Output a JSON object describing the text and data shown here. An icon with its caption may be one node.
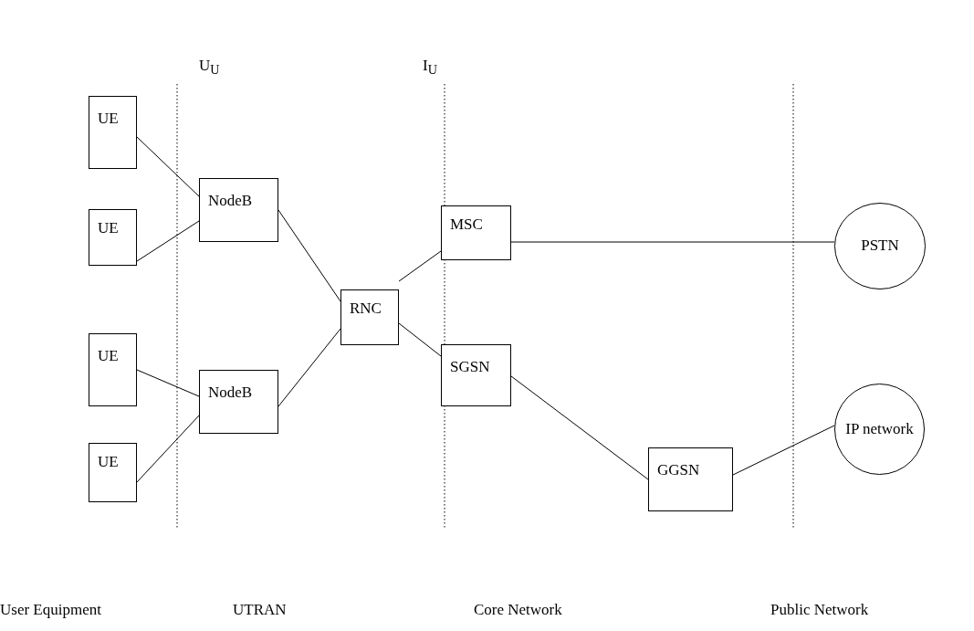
{
  "diagram": {
    "nodes": [
      {
        "text": [
          "UE"
        ]
      },
      {
        "text": [
          "UE"
        ]
      },
      {
        "text": [
          "UE"
        ]
      },
      {
        "text": [
          "UE"
        ]
      },
      {
        "text": [
          "NodeB"
        ]
      },
      {
        "text": [
          "NodeB"
        ]
      },
      {
        "text": [
          "RNC"
        ]
      },
      {
        "text": [
          "MSC"
        ]
      },
      {
        "text": [
          "SGSN"
        ]
      },
      {
        "text": [
          "GGSN"
        ]
      },
      {
        "text": [
          "PSTN"
        ]
      },
      {
        "text": [
          "IP network"
        ]
      }
    ],
    "edges": [
      {
        "from": 0,
        "to": 4,
        "arrow": "none"
      },
      {
        "from": 1,
        "to": 4,
        "arrow": "none"
      },
      {
        "from": 2,
        "to": 5,
        "arrow": "none"
      },
      {
        "from": 3,
        "to": 5,
        "arrow": "none"
      },
      {
        "from": 4,
        "to": 6,
        "arrow": "none"
      },
      {
        "from": 5,
        "to": 6,
        "arrow": "none"
      },
      {
        "from": 6,
        "to": 7,
        "arrow": "none"
      },
      {
        "from": 6,
        "to": 8,
        "arrow": "none"
      },
      {
        "from": 7,
        "to": 10,
        "arrow": "none"
      },
      {
        "from": 8,
        "to": 9,
        "arrow": "none"
      },
      {
        "from": 9,
        "to": 11,
        "arrow": "none"
      }
    ],
    "labels": [
      "U$_{U}$",
      "I$_{U}$",
      "User Equipment",
      "UTRAN",
      "Core Network",
      "Public Network"
    ]
  }
}
